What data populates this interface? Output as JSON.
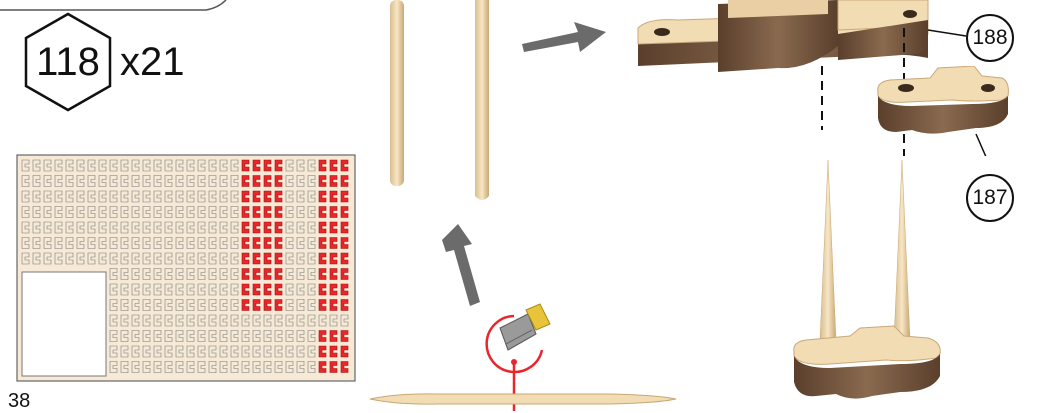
{
  "part_hex": {
    "number": "118",
    "quantity": "x21"
  },
  "callouts": {
    "top": "188",
    "bottom": "187"
  },
  "page_number": "38",
  "colors": {
    "wood_light": "#f2dcb3",
    "wood_dark": "#6e4f3a",
    "highlight_red": "#e8262b",
    "arrow_gray": "#6b6b6b",
    "sheet_outline": "#555555",
    "knife_yellow": "#e8c43a"
  },
  "icons": [
    "hexagon-part-icon",
    "arrow-right-icon",
    "arrow-up-icon",
    "knife-icon",
    "cut-marker-icon"
  ]
}
